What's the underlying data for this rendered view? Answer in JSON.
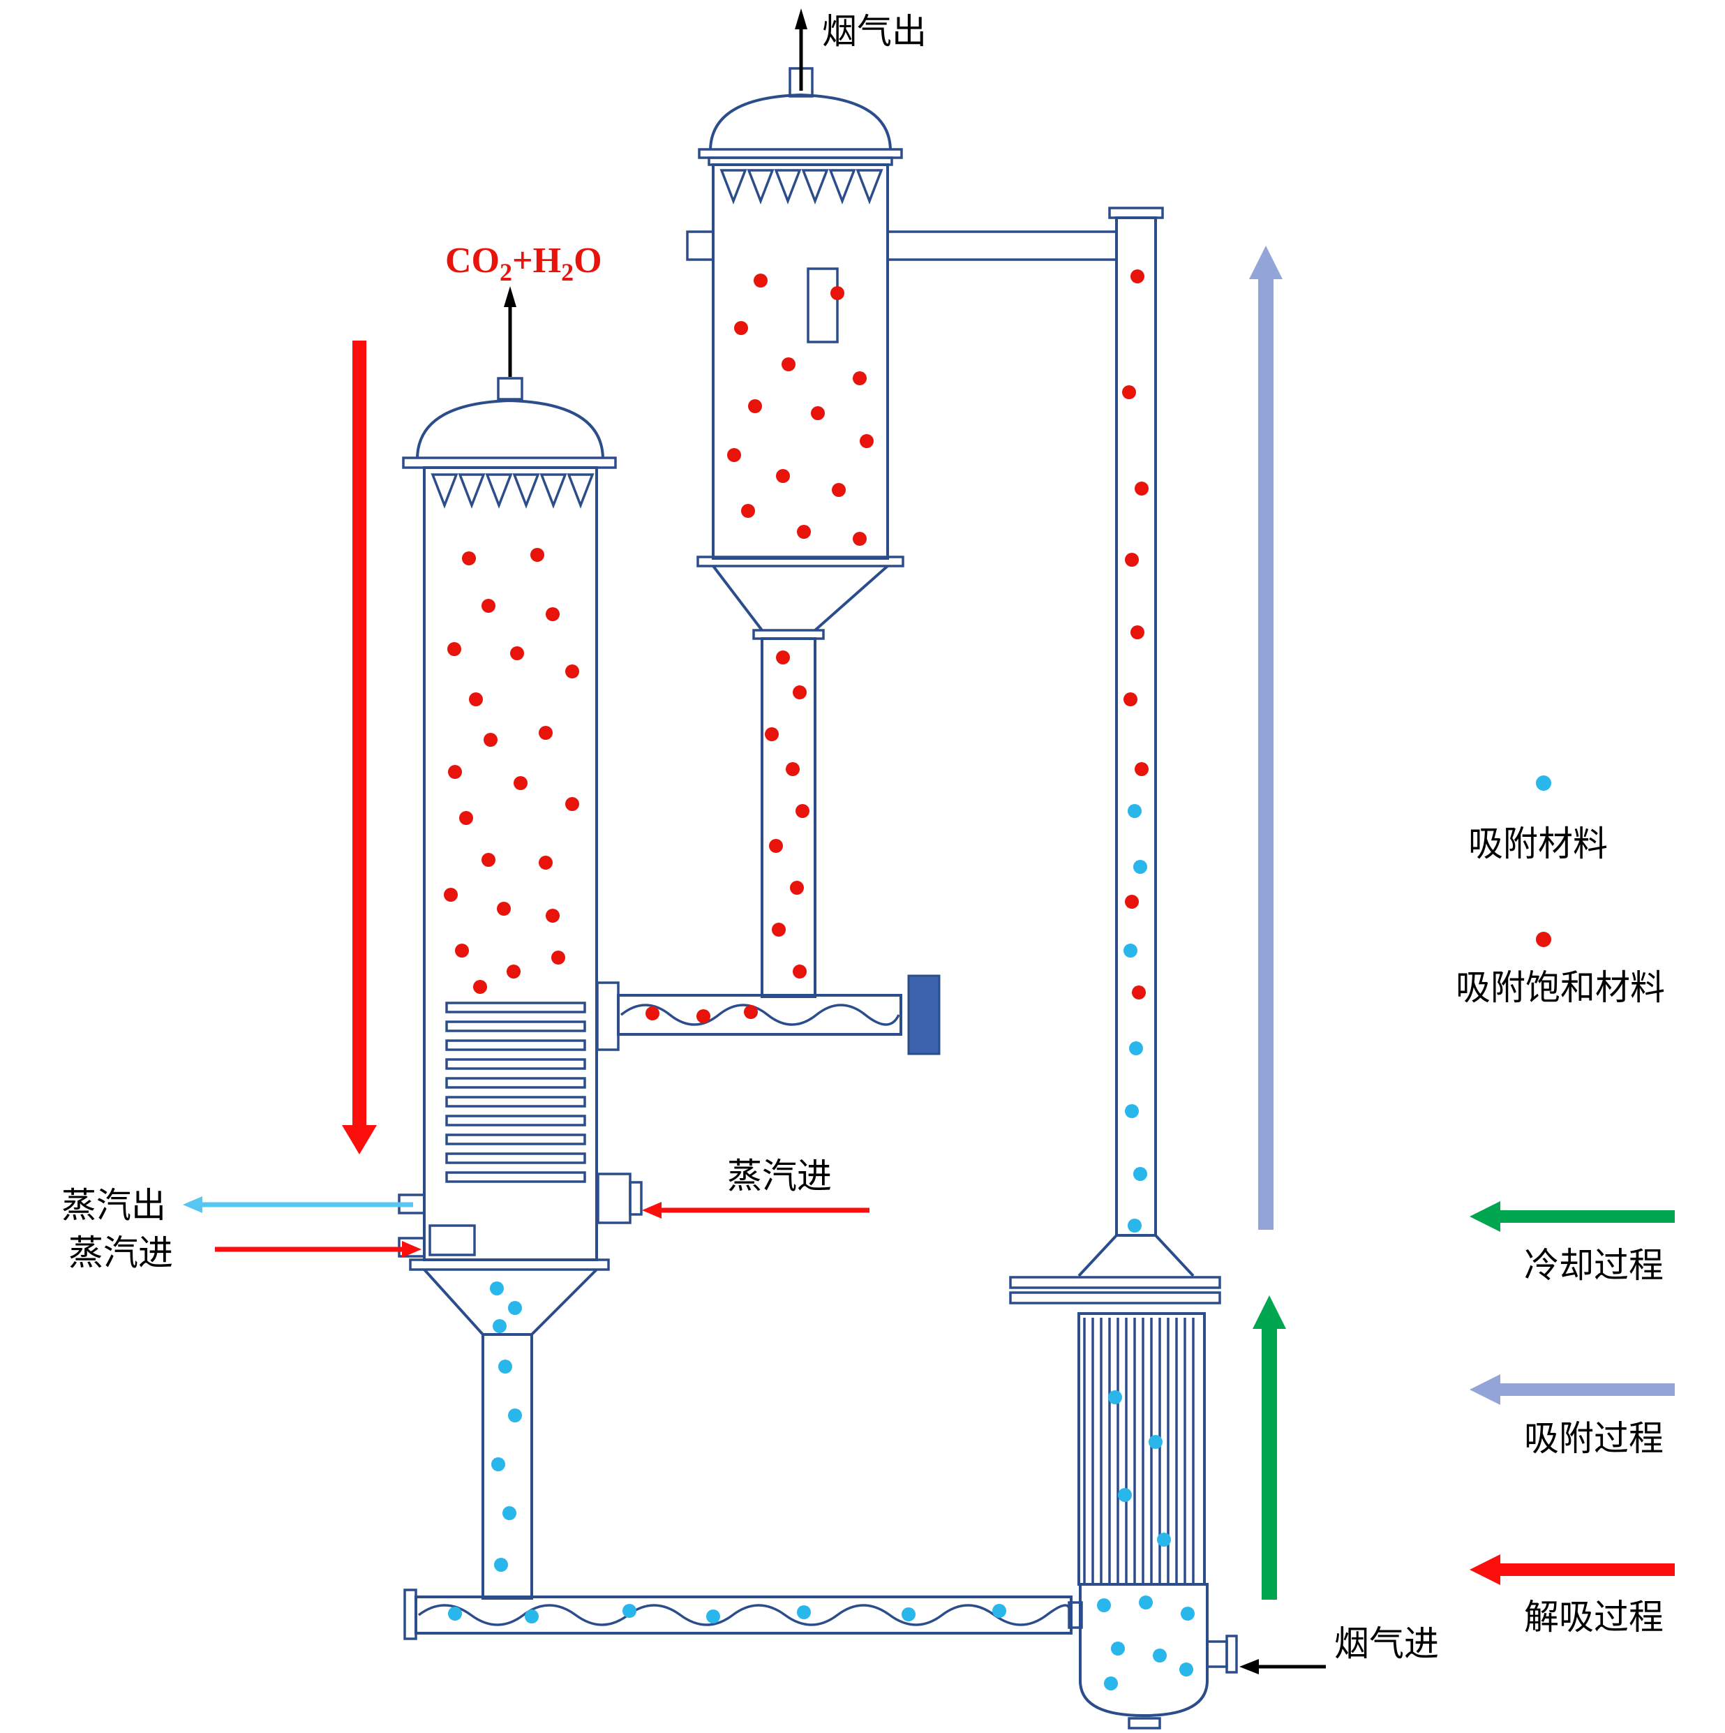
{
  "labels": {
    "flue_gas_out": "烟气出",
    "flue_gas_in": "烟气进",
    "steam_out": "蒸汽出",
    "steam_in_left": "蒸汽进",
    "steam_in_mid": "蒸汽进",
    "co2_h2o": {
      "p1": "CO",
      "s1": "2",
      "p2": "+H",
      "s2": "2",
      "p3": "O"
    }
  },
  "legend": {
    "adsorbent_material": "吸附材料",
    "saturated_material": "吸附饱和材料",
    "cooling_process": "冷却过程",
    "adsorption_process": "吸附过程",
    "desorption_process": "解吸过程"
  },
  "colors": {
    "outline": "#2b4d8c",
    "red": "#e8140c",
    "blue_dot": "#29b6ea",
    "arrow_red": "#fb0e0c",
    "arrow_green": "#00a550",
    "arrow_periwinkle": "#93a5d8",
    "arrow_cyan": "#56c7f2",
    "motor_fill": "#3c64ae",
    "text": "#000000"
  }
}
